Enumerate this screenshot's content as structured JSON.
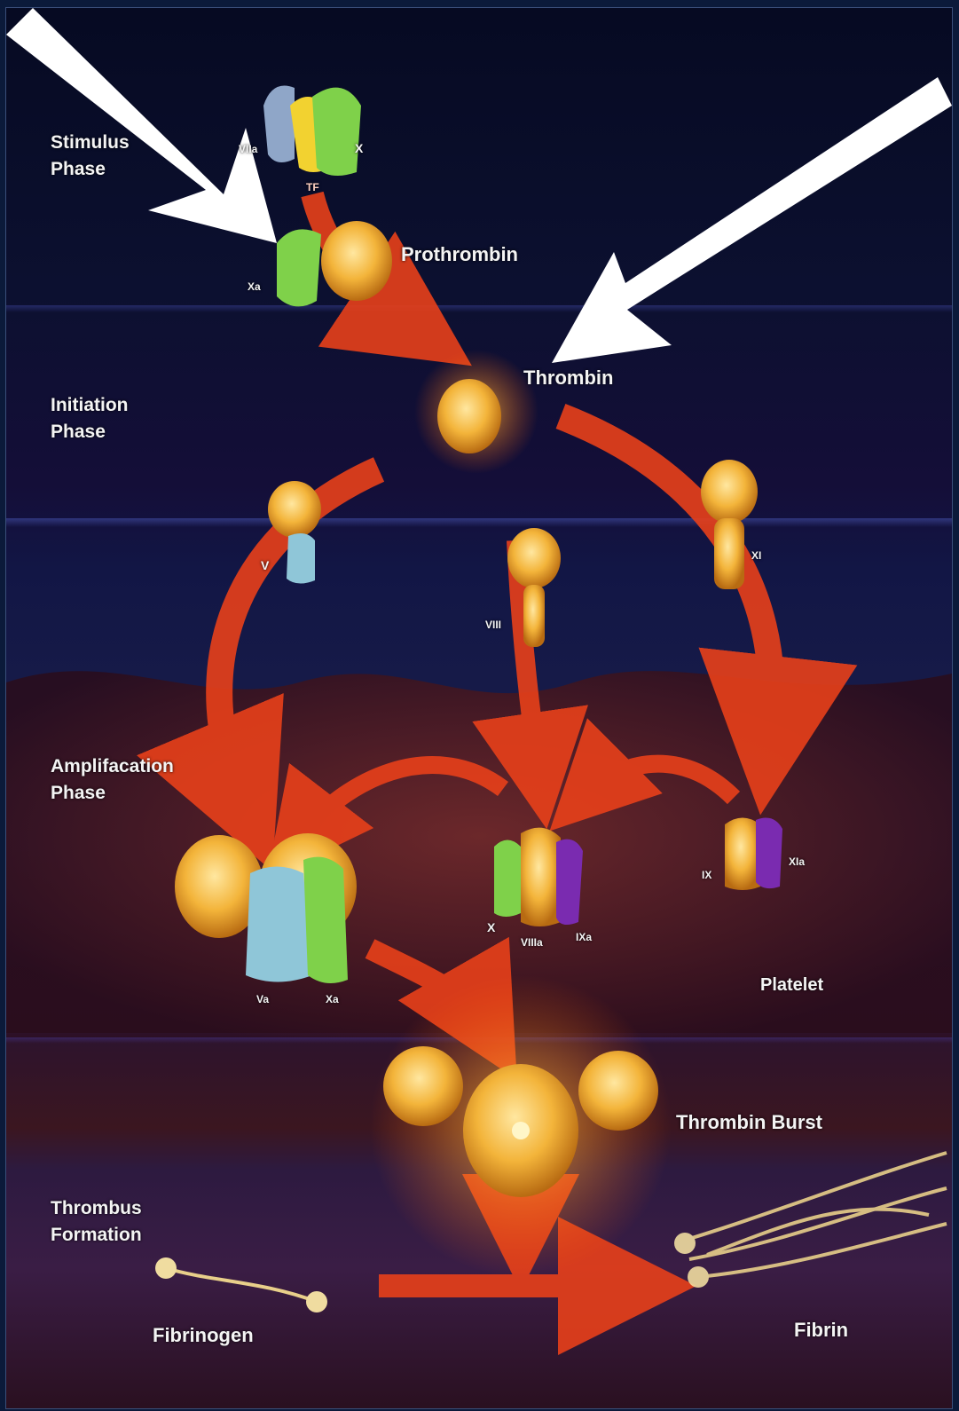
{
  "phases": {
    "stimulus": [
      "Stimulus",
      "Phase"
    ],
    "initiation": [
      "Initiation",
      "Phase"
    ],
    "amplification": [
      "Amplifacation",
      "Phase"
    ],
    "thrombus": [
      "Thrombus",
      "Formation"
    ]
  },
  "labels": {
    "prothrombin": "Prothrombin",
    "thrombin": "Thrombin",
    "thrombin_burst": "Thrombin Burst",
    "platelet": "Platelet",
    "fibrinogen": "Fibrinogen",
    "fibrin": "Fibrin"
  },
  "factors": {
    "viia": "VIIa",
    "x_top": "X",
    "tf": "TF",
    "xa_top": "Xa",
    "v": "V",
    "viii": "VIII",
    "xi": "XI",
    "x_mid": "X",
    "viiia": "VIIIa",
    "ixa": "IXa",
    "ix": "IX",
    "xia": "XIa",
    "va": "Va",
    "xa_bottom": "Xa"
  },
  "colors": {
    "enzyme_gold": "#f3b43a",
    "factor_green": "#7fd14a",
    "factor_blue": "#8fc6d8",
    "factor_purple": "#7a2bb0",
    "arrow_red": "#e8401a",
    "pointer_white": "#ffffff"
  }
}
